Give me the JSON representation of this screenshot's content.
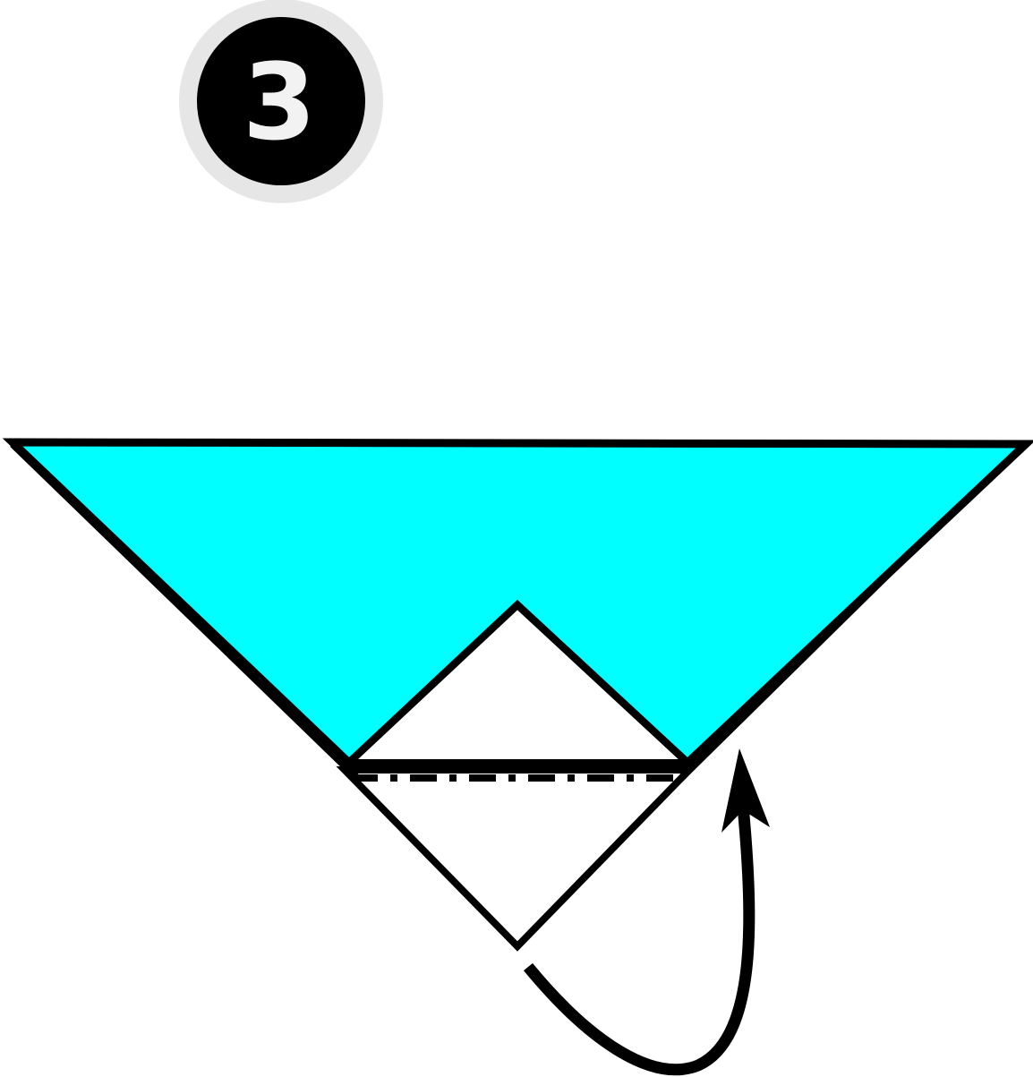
{
  "step": {
    "number": "3"
  },
  "colors": {
    "paper_colored": "#00FFFF",
    "paper_white": "#FFFFFF",
    "outline": "#000000",
    "badge_fill": "#000000",
    "badge_ring": "#E6E6E6",
    "badge_text": "#F2F2F2"
  },
  "diagram": {
    "fold_line": "mountain-fold",
    "arrow": "fold-behind-arrow"
  }
}
